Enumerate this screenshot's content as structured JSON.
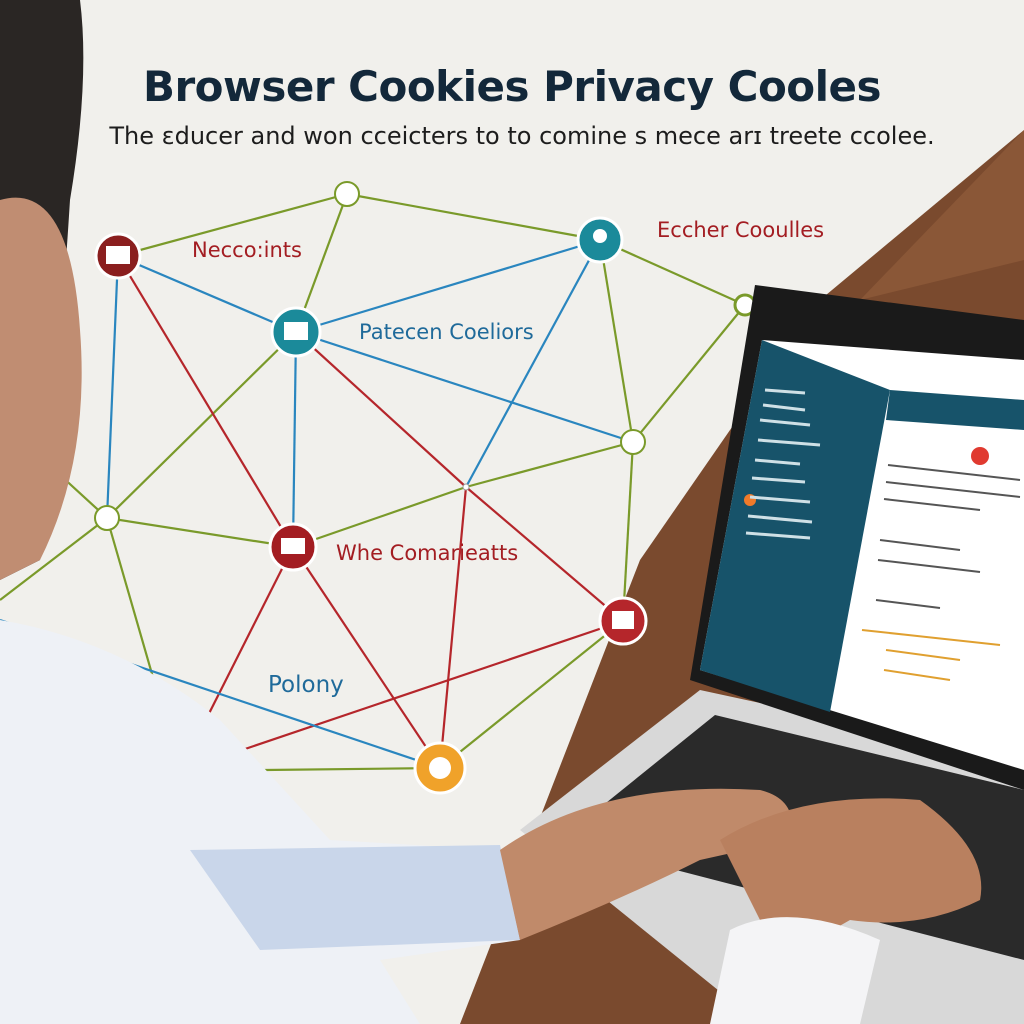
{
  "header": {
    "title": "Browser Cookies Privacy Cooles",
    "subtitle": "The ɛducer and won cceicters to to comine s mece arɪ treete ccolee."
  },
  "diagram": {
    "labels": [
      {
        "id": "necco",
        "text": "Necco:ints",
        "color": "#a31d22"
      },
      {
        "id": "eccher",
        "text": "Eccher Cooulles",
        "color": "#a31d22"
      },
      {
        "id": "patecen",
        "text": "Patecen Coeliors",
        "color": "#1f6a9a"
      },
      {
        "id": "whe",
        "text": "Whe Comarieatts",
        "color": "#a31d22"
      },
      {
        "id": "polony",
        "text": "Polony",
        "color": "#1f6a9a"
      }
    ],
    "colors": {
      "green": "#7a9a2a",
      "red": "#b5262b",
      "blue": "#2a86bf",
      "teal": "#1b8a9a",
      "orange": "#f0a22a",
      "darkred": "#7a1c1c"
    }
  },
  "laptop": {
    "screen_colors": {
      "sidebar": "#17536a",
      "content": "#ffffff",
      "accent": "#e03a30"
    }
  }
}
